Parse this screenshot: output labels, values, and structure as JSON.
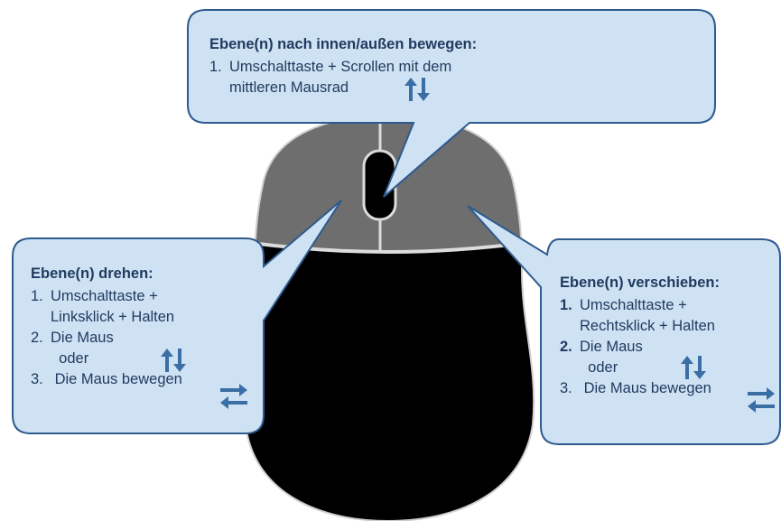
{
  "colors": {
    "bubble_fill": "#cfe2f3",
    "bubble_stroke": "#2e5a8e",
    "text": "#1f3a5f",
    "arrow": "#3a6ea5",
    "mouse_body": "#000000",
    "mouse_buttons": "#6e6e6e",
    "mouse_outline": "#dcdcdc"
  },
  "top": {
    "title": "Ebene(n) nach innen/außen bewegen:",
    "step1_num": "1.",
    "step1_line1": "Umschalttaste + Scrollen mit dem",
    "step1_line2": "mittleren Mausrad",
    "icon": "up-down-arrows-icon"
  },
  "left": {
    "title": "Ebene(n) drehen:",
    "step1_num": "1.",
    "step1_line1": "Umschalttaste +",
    "step1_line2": "Linksklick + Halten",
    "step2_num": "2.",
    "step2_line1": "Die Maus",
    "step2_line2": "oder",
    "step3_num": "3.",
    "step3_line1": "Die Maus bewegen",
    "icon_vertical": "up-down-arrows-icon",
    "icon_horizontal": "left-right-arrows-icon"
  },
  "right": {
    "title": "Ebene(n) verschieben:",
    "step1_num": "1.",
    "step1_line1": "Umschalttaste +",
    "step1_line2": "Rechtsklick + Halten",
    "step2_num": "2.",
    "step2_line1": "Die Maus",
    "step2_line2": "oder",
    "step3_num": "3.",
    "step3_line1": "Die Maus bewegen",
    "icon_vertical": "up-down-arrows-icon",
    "icon_horizontal": "left-right-arrows-icon"
  }
}
